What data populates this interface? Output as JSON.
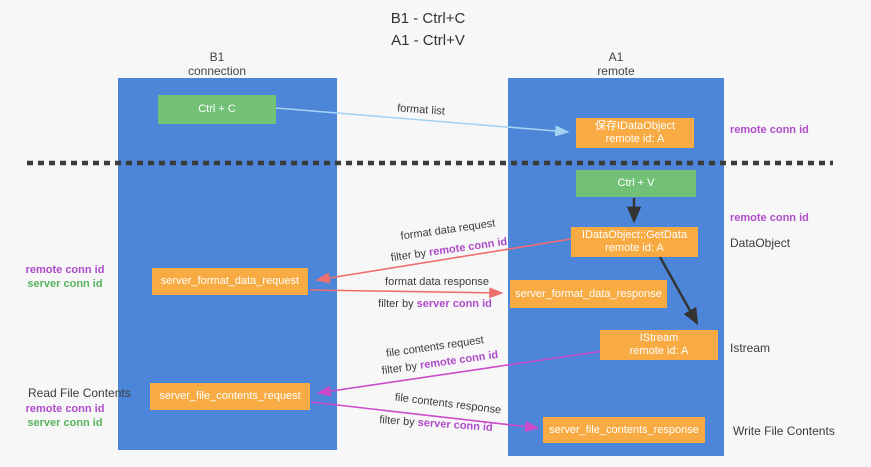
{
  "title": {
    "line1": "B1 - Ctrl+C",
    "line2": "A1 - Ctrl+V"
  },
  "lanes": {
    "left": {
      "title": "B1",
      "subtitle": "connection"
    },
    "right": {
      "title": "A1",
      "subtitle": "remote"
    }
  },
  "nodes": {
    "ctrl_c": {
      "label": "Ctrl + C"
    },
    "ctrl_v": {
      "label": "Ctrl + V"
    },
    "saved_dataobject": {
      "line1": "保存IDataObject",
      "line2": "remote id: A"
    },
    "getdata": {
      "line1": "IDataObject::GetData",
      "line2": "remote id: A"
    },
    "istream": {
      "line1": "IStream",
      "line2": "remote id: A"
    },
    "server_format_data_request": {
      "label": "server_format_data_request"
    },
    "server_format_data_response": {
      "label": "server_format_data_response"
    },
    "server_file_contents_request": {
      "label": "server_file_contents_request"
    },
    "server_file_contents_response": {
      "label": "server_file_contents_response"
    }
  },
  "side_labels": {
    "remote_conn_id_top_right": "remote conn id",
    "remote_conn_id_mid_right": "remote conn id",
    "dataobject": "DataObject",
    "istream": "Istream",
    "write_file_contents": "Write File Contents",
    "remote_conn_id_mid_left": "remote conn id",
    "server_conn_id_mid_left": "server conn id",
    "read_file_contents": "Read File Contents",
    "remote_conn_id_bottom_left": "remote conn id",
    "server_conn_id_bottom_left": "server conn id"
  },
  "edges": {
    "format_list": {
      "label": "format list"
    },
    "format_data_request": {
      "label": "format data request",
      "filter_prefix": "filter by ",
      "filter_key": "remote conn id"
    },
    "format_data_response": {
      "label": "format data response",
      "filter_prefix": "filter by ",
      "filter_key": "server conn id"
    },
    "file_contents_request": {
      "label": "file contents request",
      "filter_prefix": "filter by ",
      "filter_key": "remote conn id"
    },
    "file_contents_response": {
      "label": "file contents response",
      "filter_prefix": "filter by ",
      "filter_key": "server conn id"
    }
  },
  "colors": {
    "lane_blue": "#4d86d8",
    "box_green": "#73c177",
    "box_orange": "#f8ab43",
    "arrow_light_blue": "#a5d3f3",
    "arrow_salmon": "#ee6e6e",
    "arrow_magenta": "#cb4bcb",
    "arrow_black": "#333333",
    "label_purple": "#ae4bc9",
    "label_green": "#58b35e",
    "text_dark": "#3b3b3b",
    "background": "#f7f7f8"
  }
}
